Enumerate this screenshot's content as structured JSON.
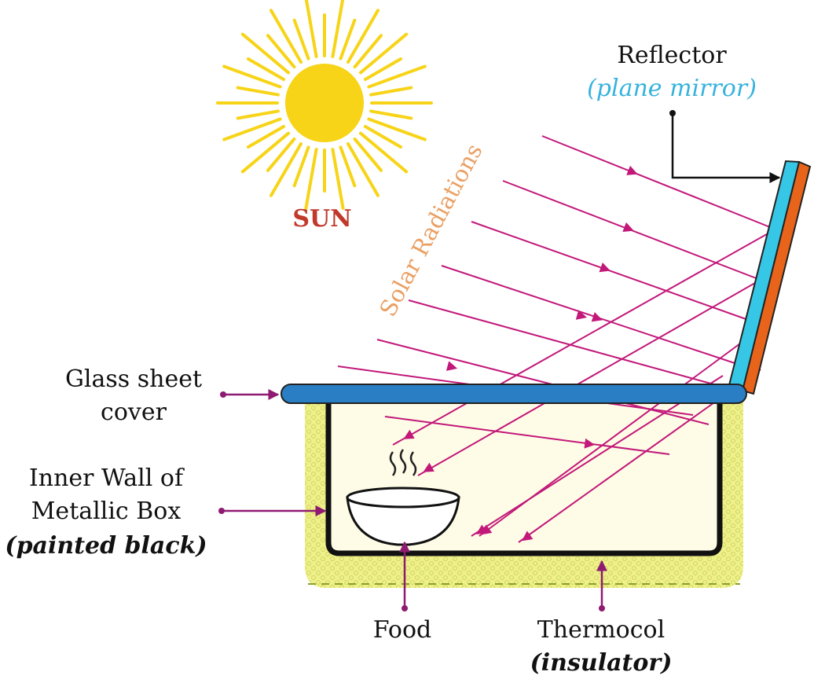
{
  "labels": {
    "sun": "SUN",
    "reflector_title": "Reflector",
    "reflector_note": "(plane mirror)",
    "solar": "Solar Radiations",
    "glass_1": "Glass sheet",
    "glass_2": "cover",
    "inner_1": "Inner Wall of",
    "inner_2": "Metallic Box",
    "inner_3": "(painted black)",
    "food": "Food",
    "thermocol": "Thermocol",
    "insulator": "(insulator)"
  },
  "colors": {
    "sun": "#f7d417",
    "sun_label": "#c0392b",
    "ray": "#c2187a",
    "mirror": "#36c6e6",
    "mirror_back": "#e8641b",
    "glass": "#2a7fc4",
    "insulation": "#eef08a",
    "inner_box": "#fefce6",
    "solar_text": "#eaa064",
    "note_text": "#36b3dd",
    "pointer": "#8e1a72"
  },
  "icons": [
    "sun-icon",
    "bowl-icon",
    "steam-icon"
  ]
}
